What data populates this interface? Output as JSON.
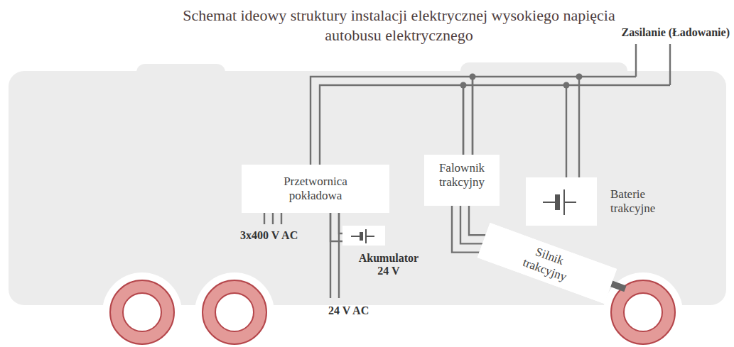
{
  "diagram": {
    "title": "Schemat ideowy struktury instalacji elektrycznej wysokiego napięcia autobusu elektrycznego",
    "nodes": [
      {
        "text": [
          "Przetwornica pokładowa"
        ]
      },
      {
        "text": [
          "Falownik trakcyjny"
        ]
      },
      {
        "text": [
          "Baterie trakcyjne"
        ]
      },
      {
        "text": [
          "Akumulator 24 V"
        ]
      },
      {
        "text": [
          "Silnik trakcyjny"
        ]
      }
    ],
    "edges": [
      {
        "from": 0,
        "to": 1,
        "arrow": "none"
      },
      {
        "from": 1,
        "to": 2,
        "arrow": "none"
      },
      {
        "from": 0,
        "to": 3,
        "arrow": "none"
      },
      {
        "from": 1,
        "to": 4,
        "arrow": "none"
      }
    ],
    "labels": [
      "Zasilanie (Ładowanie)",
      "3x400 V AC",
      "24 V AC"
    ]
  }
}
